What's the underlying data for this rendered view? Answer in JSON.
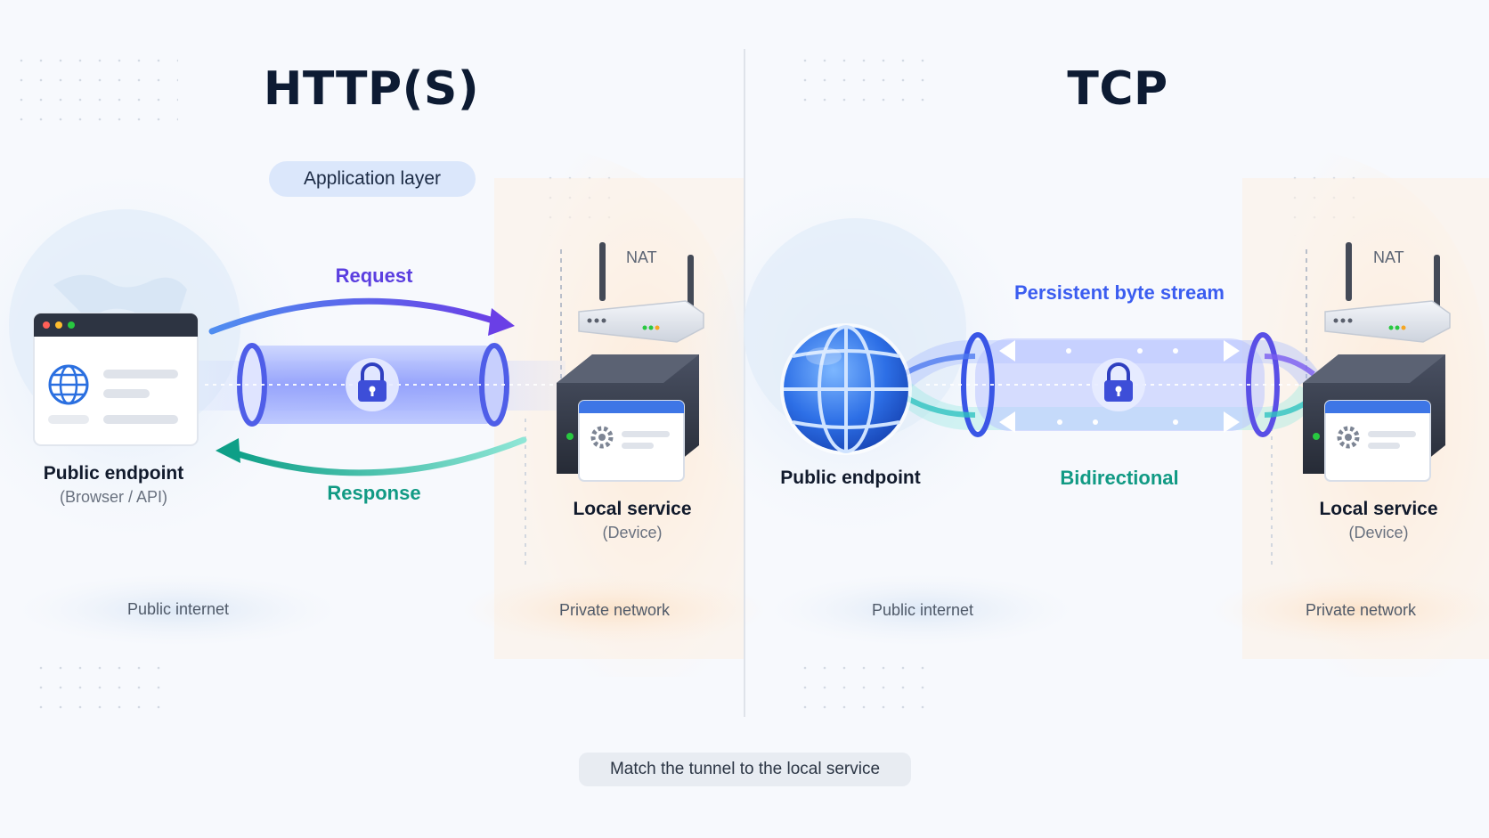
{
  "left": {
    "title": "HTTP(S)",
    "badge": "Application layer",
    "request_label": "Request",
    "response_label": "Response",
    "public_endpoint_label": "Public endpoint",
    "public_endpoint_sub": "(Browser / API)",
    "local_service_label": "Local service",
    "local_service_sub": "(Device)",
    "nat_label": "NAT",
    "public_zone": "Public internet",
    "private_zone": "Private network"
  },
  "right": {
    "title": "TCP",
    "stream_label": "Persistent byte stream",
    "bidirectional_label": "Bidirectional",
    "public_endpoint_label": "Public endpoint",
    "local_service_label": "Local service",
    "local_service_sub": "(Device)",
    "nat_label": "NAT",
    "public_zone": "Public internet",
    "private_zone": "Private network"
  },
  "footer": "Match the tunnel to the local service",
  "icons": [
    "globe-icon",
    "lock-icon",
    "router-icon",
    "server-icon",
    "gear-icon",
    "browser-window-icon"
  ],
  "colors": {
    "title": "#0d1b33",
    "request": "#5b3fe0",
    "response": "#119a84",
    "tunnel": "#7b8cf8",
    "stream": "#3b5df0",
    "private_zone": "#fdebd8",
    "public_zone": "#e3edf9"
  }
}
